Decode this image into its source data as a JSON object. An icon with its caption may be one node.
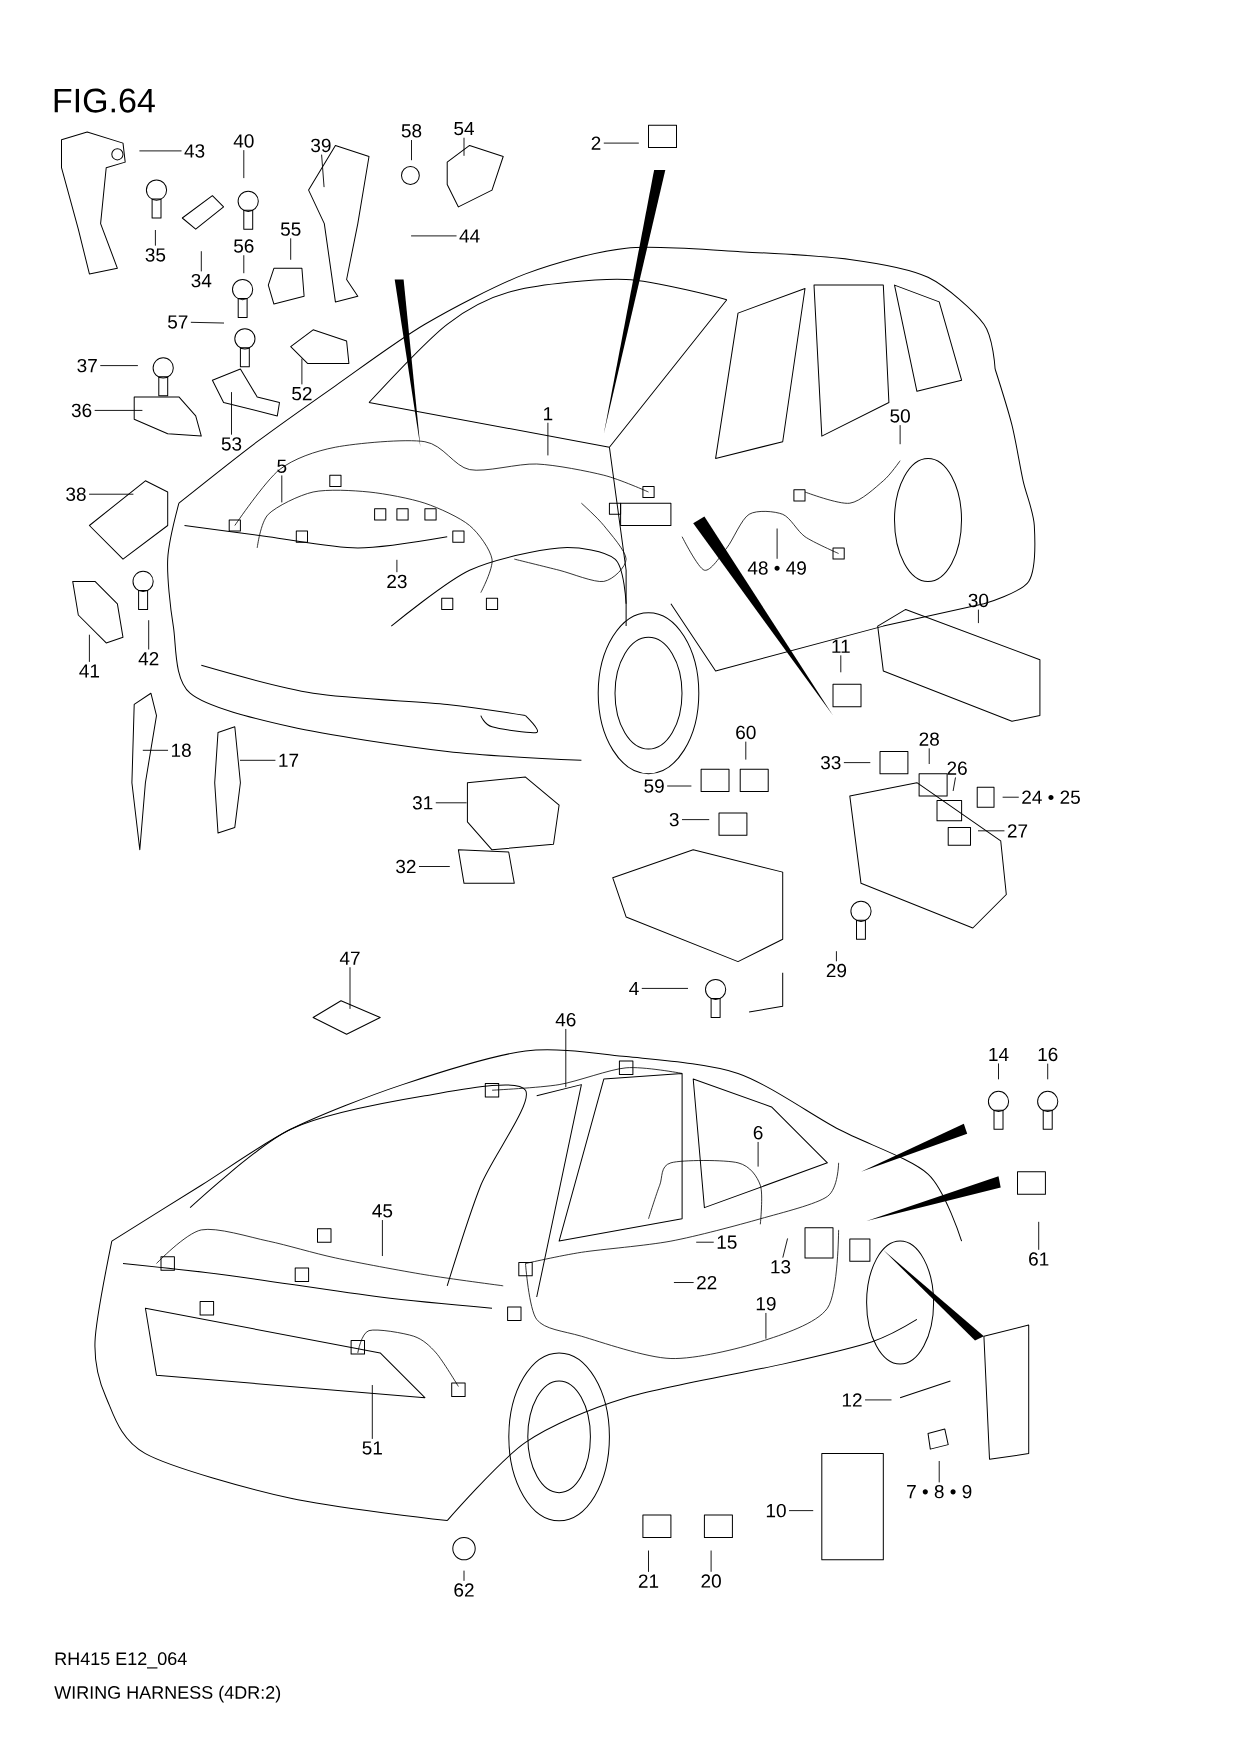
{
  "diagram": {
    "title": "FIG.64",
    "nodes": [
      {
        "text": [
          "43"
        ]
      },
      {
        "text": [
          "40"
        ]
      },
      {
        "text": [
          "39"
        ]
      },
      {
        "text": [
          "58"
        ]
      },
      {
        "text": [
          "54"
        ]
      },
      {
        "text": [
          "2"
        ]
      },
      {
        "text": [
          "35"
        ]
      },
      {
        "text": [
          "34"
        ]
      },
      {
        "text": [
          "56"
        ]
      },
      {
        "text": [
          "55"
        ]
      },
      {
        "text": [
          "44"
        ]
      },
      {
        "text": [
          "57"
        ]
      },
      {
        "text": [
          "37"
        ]
      },
      {
        "text": [
          "52"
        ]
      },
      {
        "text": [
          "36"
        ]
      },
      {
        "text": [
          "53"
        ]
      },
      {
        "text": [
          "1"
        ]
      },
      {
        "text": [
          "50"
        ]
      },
      {
        "text": [
          "5"
        ]
      },
      {
        "text": [
          "38"
        ]
      },
      {
        "text": [
          "23"
        ]
      },
      {
        "text": [
          "48 • 49"
        ]
      },
      {
        "text": [
          "30"
        ]
      },
      {
        "text": [
          "41"
        ]
      },
      {
        "text": [
          "42"
        ]
      },
      {
        "text": [
          "11"
        ]
      },
      {
        "text": [
          "18"
        ]
      },
      {
        "text": [
          "17"
        ]
      },
      {
        "text": [
          "60"
        ]
      },
      {
        "text": [
          "28"
        ]
      },
      {
        "text": [
          "33"
        ]
      },
      {
        "text": [
          "26"
        ]
      },
      {
        "text": [
          "59"
        ]
      },
      {
        "text": [
          "24 • 25"
        ]
      },
      {
        "text": [
          "31"
        ]
      },
      {
        "text": [
          "3"
        ]
      },
      {
        "text": [
          "27"
        ]
      },
      {
        "text": [
          "32"
        ]
      },
      {
        "text": [
          "47"
        ]
      },
      {
        "text": [
          "29"
        ]
      },
      {
        "text": [
          "4"
        ]
      },
      {
        "text": [
          "46"
        ]
      },
      {
        "text": [
          "14"
        ]
      },
      {
        "text": [
          "16"
        ]
      },
      {
        "text": [
          "6"
        ]
      },
      {
        "text": [
          "45"
        ]
      },
      {
        "text": [
          "15"
        ]
      },
      {
        "text": [
          "13"
        ]
      },
      {
        "text": [
          "61"
        ]
      },
      {
        "text": [
          "22"
        ]
      },
      {
        "text": [
          "19"
        ]
      },
      {
        "text": [
          "12"
        ]
      },
      {
        "text": [
          "51"
        ]
      },
      {
        "text": [
          "7 • 8 • 9"
        ]
      },
      {
        "text": [
          "10"
        ]
      },
      {
        "text": [
          "62"
        ]
      },
      {
        "text": [
          "21"
        ]
      },
      {
        "text": [
          "20"
        ]
      }
    ],
    "edges": [
      {
        "from": 0,
        "to": null,
        "arrow": "none"
      },
      {
        "from": 1,
        "to": null,
        "arrow": "none"
      },
      {
        "from": 2,
        "to": null,
        "arrow": "none"
      },
      {
        "from": 3,
        "to": null,
        "arrow": "none"
      },
      {
        "from": 4,
        "to": null,
        "arrow": "none"
      },
      {
        "from": 5,
        "to": null,
        "arrow": "none"
      },
      {
        "from": 6,
        "to": null,
        "arrow": "none"
      },
      {
        "from": 7,
        "to": null,
        "arrow": "none"
      },
      {
        "from": 8,
        "to": null,
        "arrow": "none"
      },
      {
        "from": 9,
        "to": null,
        "arrow": "none"
      },
      {
        "from": 10,
        "to": null,
        "arrow": "none"
      },
      {
        "from": 11,
        "to": null,
        "arrow": "none"
      },
      {
        "from": 12,
        "to": null,
        "arrow": "none"
      },
      {
        "from": 13,
        "to": null,
        "arrow": "none"
      },
      {
        "from": 14,
        "to": null,
        "arrow": "none"
      },
      {
        "from": 15,
        "to": null,
        "arrow": "none"
      },
      {
        "from": 16,
        "to": null,
        "arrow": "none"
      },
      {
        "from": 17,
        "to": null,
        "arrow": "none"
      },
      {
        "from": 18,
        "to": null,
        "arrow": "none"
      },
      {
        "from": 19,
        "to": null,
        "arrow": "none"
      },
      {
        "from": 20,
        "to": null,
        "arrow": "none"
      },
      {
        "from": 21,
        "to": null,
        "arrow": "none"
      },
      {
        "from": 22,
        "to": null,
        "arrow": "none"
      },
      {
        "from": 23,
        "to": null,
        "arrow": "none"
      },
      {
        "from": 24,
        "to": null,
        "arrow": "none"
      },
      {
        "from": 25,
        "to": null,
        "arrow": "none"
      },
      {
        "from": 26,
        "to": null,
        "arrow": "none"
      },
      {
        "from": 27,
        "to": null,
        "arrow": "none"
      },
      {
        "from": 28,
        "to": null,
        "arrow": "none"
      },
      {
        "from": 29,
        "to": null,
        "arrow": "none"
      },
      {
        "from": 30,
        "to": null,
        "arrow": "none"
      },
      {
        "from": 31,
        "to": null,
        "arrow": "none"
      },
      {
        "from": 32,
        "to": null,
        "arrow": "none"
      },
      {
        "from": 33,
        "to": null,
        "arrow": "none"
      },
      {
        "from": 34,
        "to": null,
        "arrow": "none"
      },
      {
        "from": 35,
        "to": null,
        "arrow": "none"
      },
      {
        "from": 36,
        "to": null,
        "arrow": "none"
      },
      {
        "from": 37,
        "to": null,
        "arrow": "none"
      },
      {
        "from": 38,
        "to": null,
        "arrow": "none"
      },
      {
        "from": 39,
        "to": null,
        "arrow": "none"
      },
      {
        "from": 40,
        "to": null,
        "arrow": "none"
      },
      {
        "from": 41,
        "to": null,
        "arrow": "none"
      },
      {
        "from": 42,
        "to": null,
        "arrow": "none"
      },
      {
        "from": 43,
        "to": null,
        "arrow": "none"
      },
      {
        "from": 44,
        "to": null,
        "arrow": "none"
      },
      {
        "from": 45,
        "to": null,
        "arrow": "none"
      },
      {
        "from": 46,
        "to": null,
        "arrow": "none"
      },
      {
        "from": 47,
        "to": null,
        "arrow": "none"
      },
      {
        "from": 48,
        "to": null,
        "arrow": "none"
      },
      {
        "from": 49,
        "to": null,
        "arrow": "none"
      },
      {
        "from": 50,
        "to": null,
        "arrow": "none"
      },
      {
        "from": 51,
        "to": null,
        "arrow": "none"
      },
      {
        "from": 52,
        "to": null,
        "arrow": "none"
      },
      {
        "from": 53,
        "to": null,
        "arrow": "none"
      },
      {
        "from": 54,
        "to": null,
        "arrow": "none"
      },
      {
        "from": 55,
        "to": null,
        "arrow": "none"
      },
      {
        "from": 56,
        "to": null,
        "arrow": "none"
      },
      {
        "from": 57,
        "to": null,
        "arrow": "none"
      }
    ],
    "labels": [
      "RH415 E12_064",
      "WIRING HARNESS (4DR:2)"
    ]
  }
}
